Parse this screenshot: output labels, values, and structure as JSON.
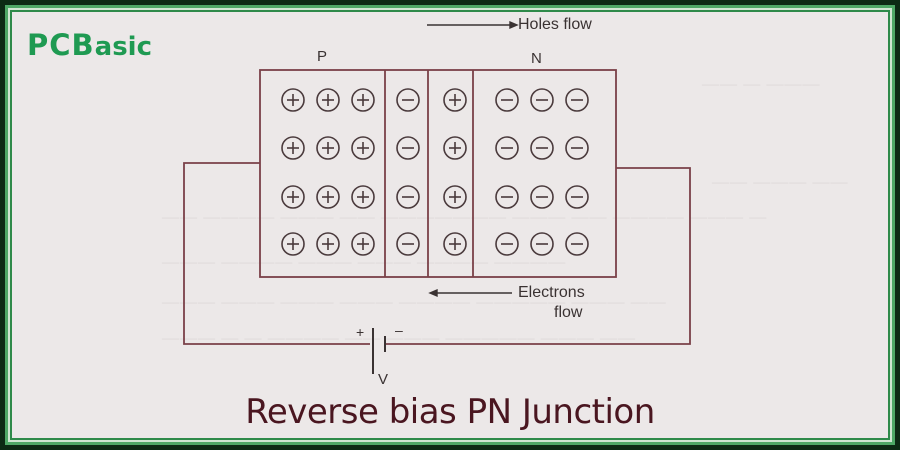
{
  "brand": {
    "logo_main": "PC",
    "logo_b": "B",
    "logo_rest": "asic",
    "color": "#1f9a52"
  },
  "frame": {
    "outer_color": "#0c2a14",
    "line_color": "#4ea866",
    "inner_line_color": "#2f8a4a",
    "page_bg": "#ece8e8"
  },
  "diagram": {
    "region_p_label": "P",
    "region_n_label": "N",
    "holes_flow_label": "Holes flow",
    "electrons_flow_label_line1": "Electrons",
    "electrons_flow_label_line2": "flow",
    "battery_plus": "+",
    "battery_minus": "–",
    "voltage_label": "V",
    "line_color": "#7a4048",
    "columns": [
      {
        "region": "P",
        "charges": [
          "+",
          "+",
          "+"
        ]
      },
      {
        "region": "depletion-P",
        "charges": [
          "-"
        ]
      },
      {
        "region": "depletion-N",
        "charges": [
          "+"
        ]
      },
      {
        "region": "N",
        "charges": [
          "-",
          "-",
          "-"
        ]
      }
    ],
    "rows": 4
  },
  "caption": {
    "text": "Reverse bias PN Junction",
    "color": "#4a1620"
  }
}
